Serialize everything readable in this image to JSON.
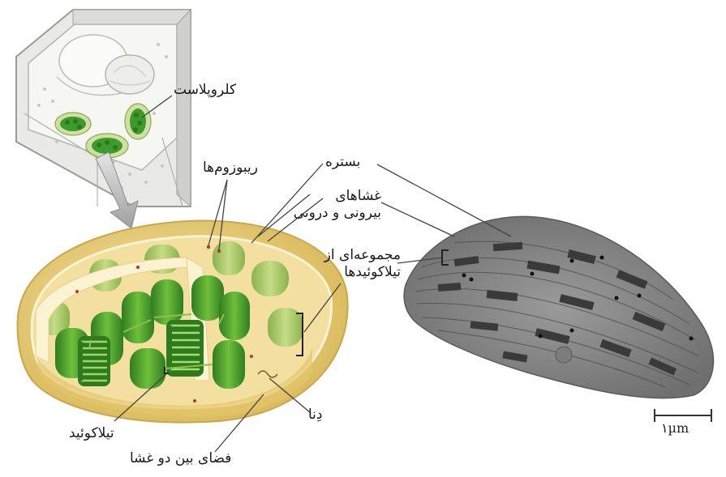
{
  "labels": {
    "chloroplast": "کلروپلاست",
    "ribosomes": "ریبوزوم‌ها",
    "stroma": "بستره",
    "membranes_line1": "غشاهای",
    "membranes_line2": "بیرونی و درونی",
    "stack_line1": "مجموعه‌ای از",
    "stack_line2": "تیلاکوئیدها",
    "dna": "دِنا",
    "thylakoid": "تیلاکوئید",
    "intermembrane_space": "فضای بین دو غشا"
  },
  "scale_bar": {
    "label": "۱µm"
  },
  "colors": {
    "outer_envelope": "#e9cf7a",
    "stroma_fill": "#f1dc97",
    "grana_green": "#3f9b2c",
    "grana_light": "#8cc14a",
    "micrograph_gray": "#8a8a8a",
    "leader_line": "#444444"
  }
}
